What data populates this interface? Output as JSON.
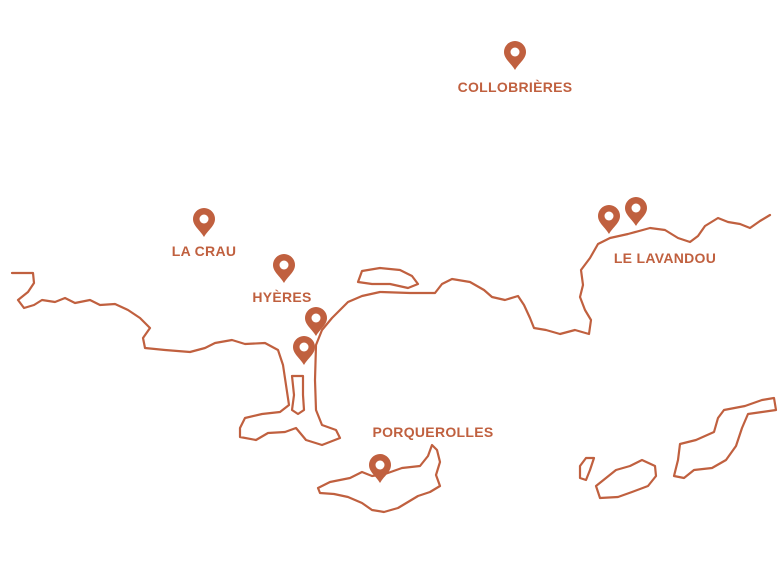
{
  "accent_color": "#c0603f",
  "places": [
    {
      "id": "collobrieres",
      "label": "COLLOBRIÈRES"
    },
    {
      "id": "la-crau",
      "label": "LA CRAU"
    },
    {
      "id": "hyeres",
      "label": "HYÈRES"
    },
    {
      "id": "le-lavandou",
      "label": "LE LAVANDOU"
    },
    {
      "id": "porquerolles",
      "label": "PORQUEROLLES"
    }
  ],
  "pin_icon": "map-marker-icon"
}
